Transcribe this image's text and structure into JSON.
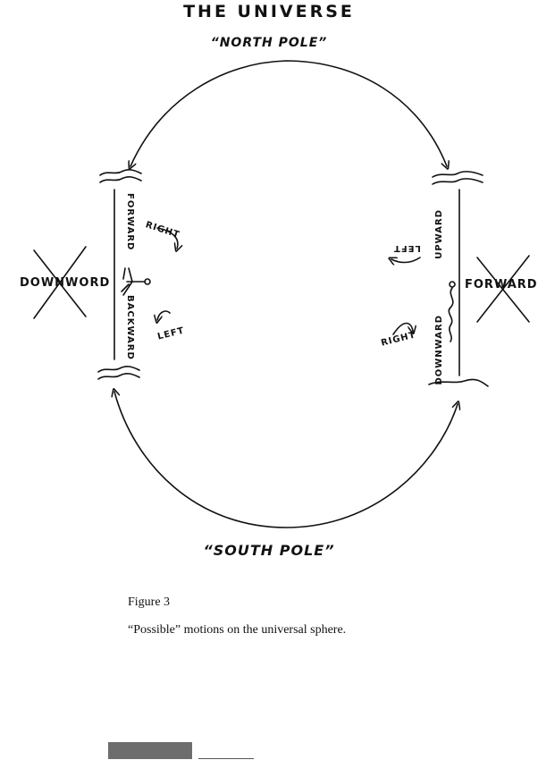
{
  "title": "THE UNIVERSE",
  "north_label": "“NORTH POLE”",
  "south_label": "“SOUTH POLE”",
  "left_panel": {
    "forward": "FORWARD",
    "backward": "BACKWARD",
    "right": "RIGHT",
    "left": "LEFT",
    "crossed": "DOWNWORD"
  },
  "right_panel": {
    "upward": "UPWARD",
    "downward": "DOWNWARD",
    "left": "LEFT",
    "right": "RIGHT",
    "crossed": "FORWARD"
  },
  "caption": {
    "figure": "Figure 3",
    "text": "“Possible” motions on the universal sphere."
  }
}
